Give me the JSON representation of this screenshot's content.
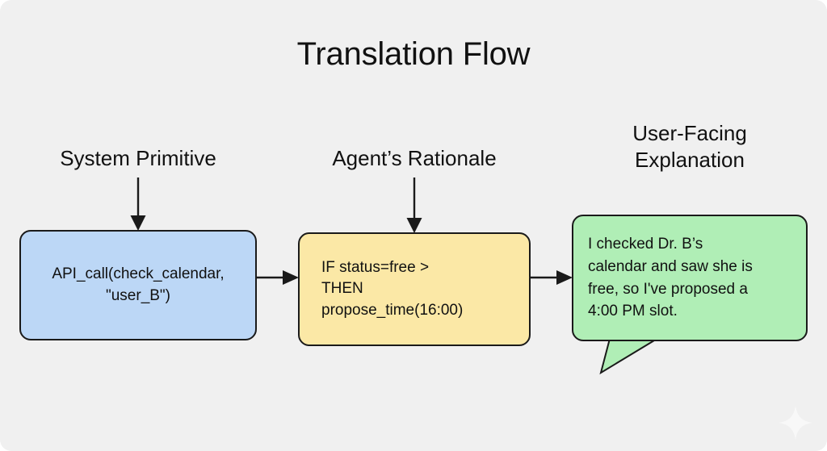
{
  "diagram": {
    "title": "Translation Flow",
    "background_color": "#f0f0f0",
    "columns": [
      {
        "caption": "System Primitive",
        "node_label": "API_call(check_calendar,\n\"user_B\")",
        "node_fill": "#bcd7f6",
        "node_shape": "rounded-rect",
        "connector_in": "down-arrow"
      },
      {
        "caption": "Agent’s Rationale",
        "node_label": "IF status=free >\nTHEN\npropose_time(16:00)",
        "node_fill": "#fbe8a6",
        "node_shape": "rounded-rect",
        "connector_in": "down-arrow"
      },
      {
        "caption": "User-Facing\nExplanation",
        "node_label": "I checked Dr. B’s\ncalendar and saw she is\nfree, so I've proposed a\n4:00 PM slot.",
        "node_fill": "#b0eeb6",
        "node_shape": "speech-bubble",
        "connector_in": "none"
      }
    ],
    "flow_arrows": [
      {
        "name": "primitive-to-rationale",
        "direction": "right"
      },
      {
        "name": "rationale-to-explanation",
        "direction": "right"
      }
    ],
    "watermark": "sparkle-icon",
    "stroke_color": "#1a1a1a"
  }
}
